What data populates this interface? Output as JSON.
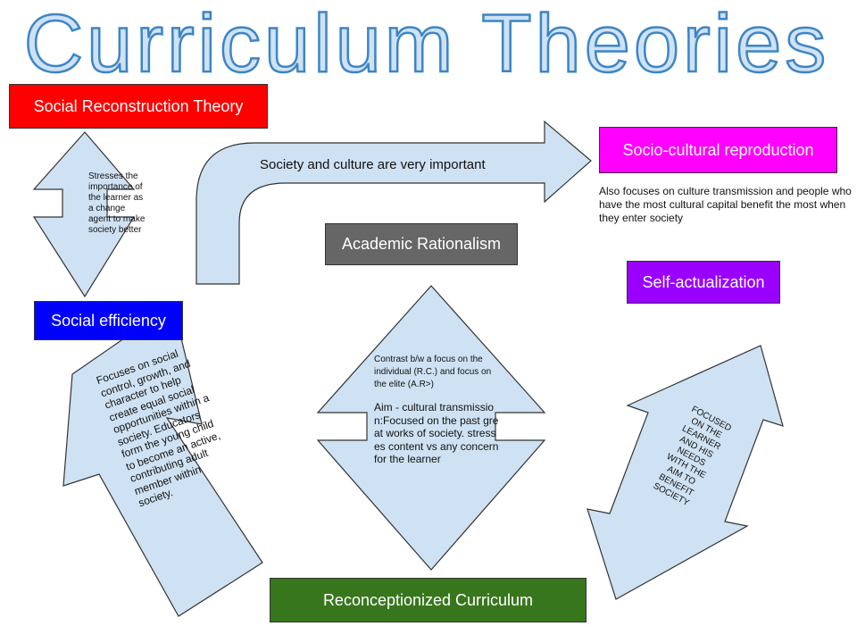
{
  "title": "Curriculum Theories",
  "boxes": {
    "social_reconstruction": "Social Reconstruction Theory",
    "socio_cultural": "Socio-cultural reproduction",
    "academic_rationalism": "Academic Rationalism",
    "self_actualization": "Self-actualization",
    "social_efficiency": "Social efficiency",
    "reconceptionized": "Reconceptionized Curriculum"
  },
  "colors": {
    "title_fill": "#cfe2f3",
    "title_stroke": "#3d85c6",
    "shape_fill": "#cfe2f3",
    "shape_stroke": "#333333",
    "social_reconstruction": "#ff0000",
    "socio_cultural": "#ff00ff",
    "academic_rationalism": "#666666",
    "self_actualization": "#9900ff",
    "social_efficiency": "#0000ff",
    "reconceptionized": "#38761d"
  },
  "texts": {
    "diamond_left": "Stresses the importance of the learner as a change agent to make society better",
    "arrow_top": "Society and culture are very important",
    "socio_note": "Also focuses on culture transmission and people who have the most cultural capital benefit the most when they enter society",
    "center_small": "Contrast b/w a focus on the individual (R.C.) and focus on the elite (A.R>)",
    "center_main": "Aim - cultural transmission:Focused on the past great works of society. stresses content vs any concern for the learner",
    "left_arrow": "Focuses on social control, growth, and character to help create equal social opportunities within a society. Educators form the young child to become an active, contributing adult member within society.",
    "right_arrow": "FOCUSED ON THE LEARNER AND HIS NEEDS WITH THE AIM TO BENEFIT SOCIETY"
  }
}
